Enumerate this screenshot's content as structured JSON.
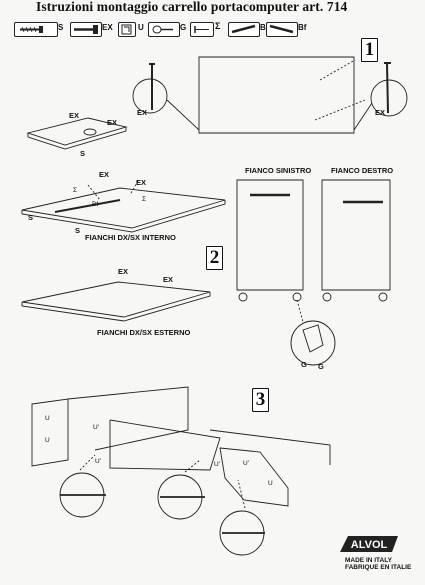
{
  "title": "Istruzioni  montaggio carrello portacomputer art. 714",
  "legend": [
    {
      "label": "S"
    },
    {
      "label": "EX"
    },
    {
      "label": "U"
    },
    {
      "label": "G"
    },
    {
      "label": "Σ"
    },
    {
      "label": "Be"
    },
    {
      "label": "Bf"
    }
  ],
  "steps": {
    "one": "1",
    "two": "2",
    "three": "3"
  },
  "labels": {
    "ex": "EX",
    "s": "S",
    "sigma": "Σ",
    "bf": "Bf",
    "u": "U",
    "u_prime": "U'",
    "g": "G",
    "fianchi_interno": "FIANCHI DX/SX INTERNO",
    "fianchi_esterno": "FIANCHI DX/SX ESTERNO",
    "fianco_sinistro": "FIANCO SINISTRO",
    "fianco_destro": "FIANCO DESTRO"
  },
  "brand": {
    "logo_text": "ALVOL",
    "made_line1": "MADE IN ITALY",
    "made_line2": "FABRIQUE EN ITALIE"
  }
}
